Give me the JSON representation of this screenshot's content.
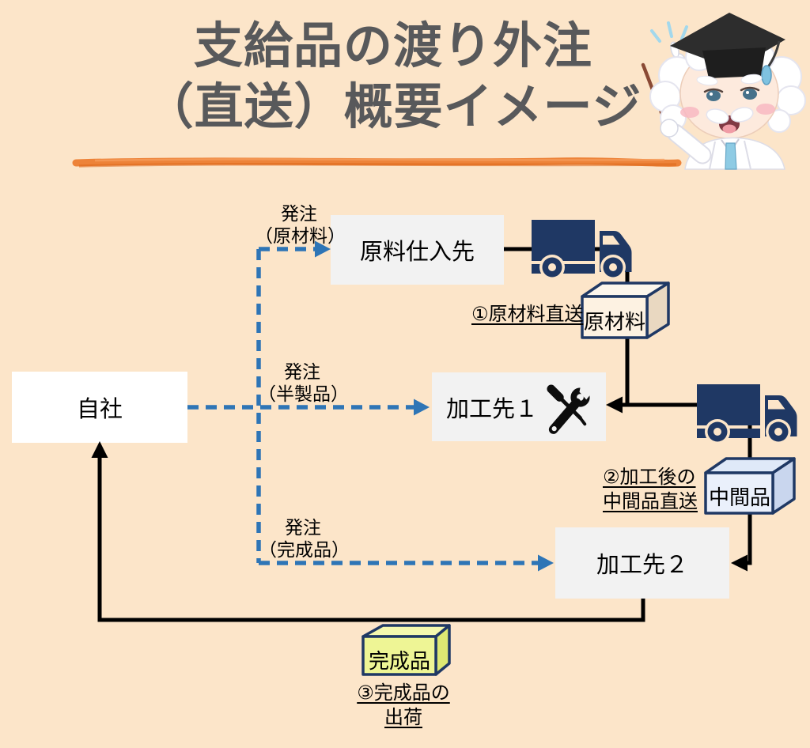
{
  "title": {
    "line1": "支給品の渡り外注",
    "line2": "（直送）概要イメージ"
  },
  "nodes": {
    "own_company": "自社",
    "raw_supplier": "原料仕入先",
    "processor1": "加工先１",
    "processor2": "加工先２"
  },
  "orders": {
    "raw": {
      "line1": "発注",
      "line2": "（原材料）"
    },
    "semi": {
      "line1": "発注",
      "line2": "（半製品）"
    },
    "finished": {
      "line1": "発注",
      "line2": "（完成品）"
    }
  },
  "products": {
    "raw": "原材料",
    "intermediate": "中間品",
    "finished": "完成品"
  },
  "notes": {
    "direct_raw": "①原材料直送",
    "direct_intermediate": {
      "line1": "②加工後の",
      "line2": "中間品直送"
    },
    "ship_finished": {
      "line1": "③完成品の",
      "line2": "出荷"
    }
  },
  "icons": {
    "truck": "truck-icon",
    "tools": "screwdriver-wrench-icon",
    "mascot": "professor-mascot"
  },
  "colors": {
    "background": "#fce5c9",
    "title_text": "#58595b",
    "underline_orange": "#ec7d31",
    "navy": "#1f3864",
    "flow_black": "#000000",
    "order_blue": "#2e75b6",
    "node_gray": "#f2f2f2",
    "node_white": "#ffffff",
    "raw_box_face": "#fdf2e2",
    "intermediate_box_face": "#eaf0fb",
    "finished_box_face": "#eef595"
  }
}
